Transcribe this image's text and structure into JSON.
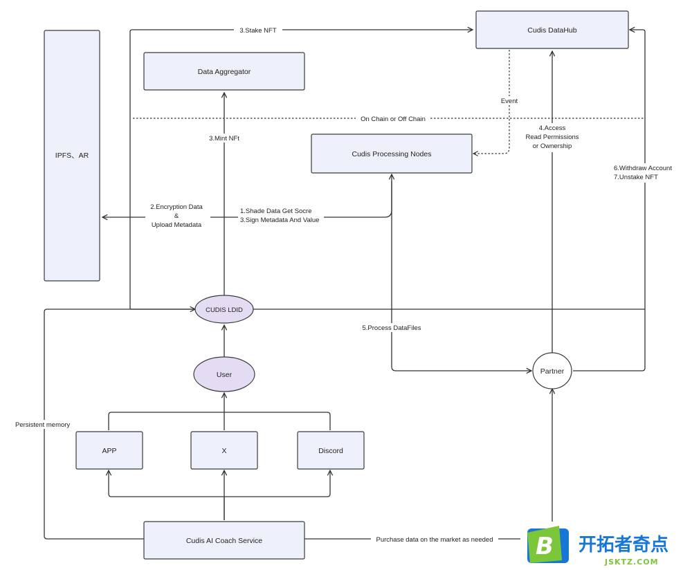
{
  "nodes": {
    "ipfs": "IPFS、AR",
    "aggregator": "Data  Aggregator",
    "datahub": "Cudis DataHub",
    "processing": "Cudis Processing Nodes",
    "ldid": "CUDIS LDID",
    "user": "User",
    "partner": "Partner",
    "app": "APP",
    "x": "X",
    "discord": "Discord",
    "coach": "Cudis AI Coach Service"
  },
  "edges": {
    "stake_nft": "3.Stake NFT",
    "event": "Event",
    "chain_divider": "On Chain or Off Chain",
    "access_1": "4.Access",
    "access_2": "Read Permissions",
    "access_3": "or Ownership",
    "mint_nft": "3.Mint NFt",
    "withdraw_1": "6.Withdraw Account",
    "withdraw_2": "7.Unstake NFT",
    "encrypt_1": "2.Encryption Data",
    "encrypt_2": "&",
    "encrypt_3": "Upload Metadata",
    "shade_1": "1.Shade Data Get Socre",
    "shade_2": "3.Sign Metadata And Value",
    "process_files": "5.Process DataFiles",
    "persistent": "Persistent memory",
    "purchase": "Purchase data on the market as needed"
  },
  "logo": {
    "letter": "B",
    "title": "开拓者奇点",
    "subtitle": "JSKTZ.COM",
    "colors": {
      "green": "#7cc63a",
      "blue": "#1877d6"
    }
  }
}
